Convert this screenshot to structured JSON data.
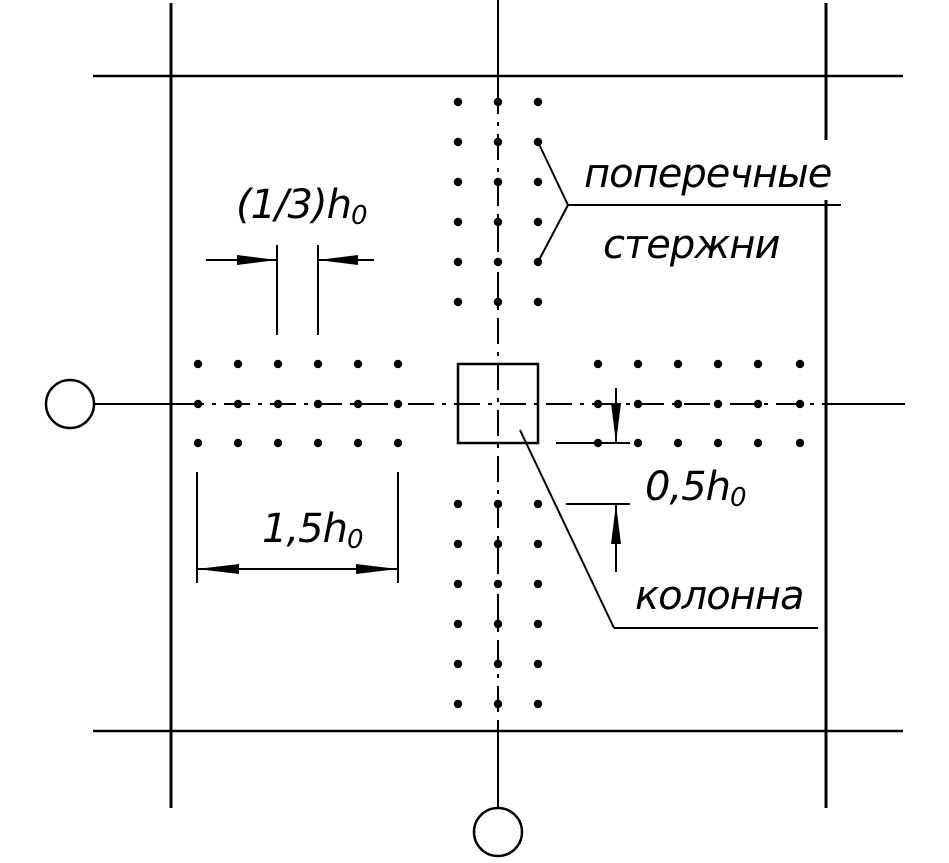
{
  "labels": {
    "transverse_bars_line1": "поперечные",
    "transverse_bars_line2": "стержни",
    "spacing_prefix": "(1/3)h",
    "spacing_sub": "0",
    "width_prefix": "1,5h",
    "width_sub": "0",
    "offset_prefix": "0,5h",
    "offset_sub": "0",
    "column": "колонна"
  }
}
